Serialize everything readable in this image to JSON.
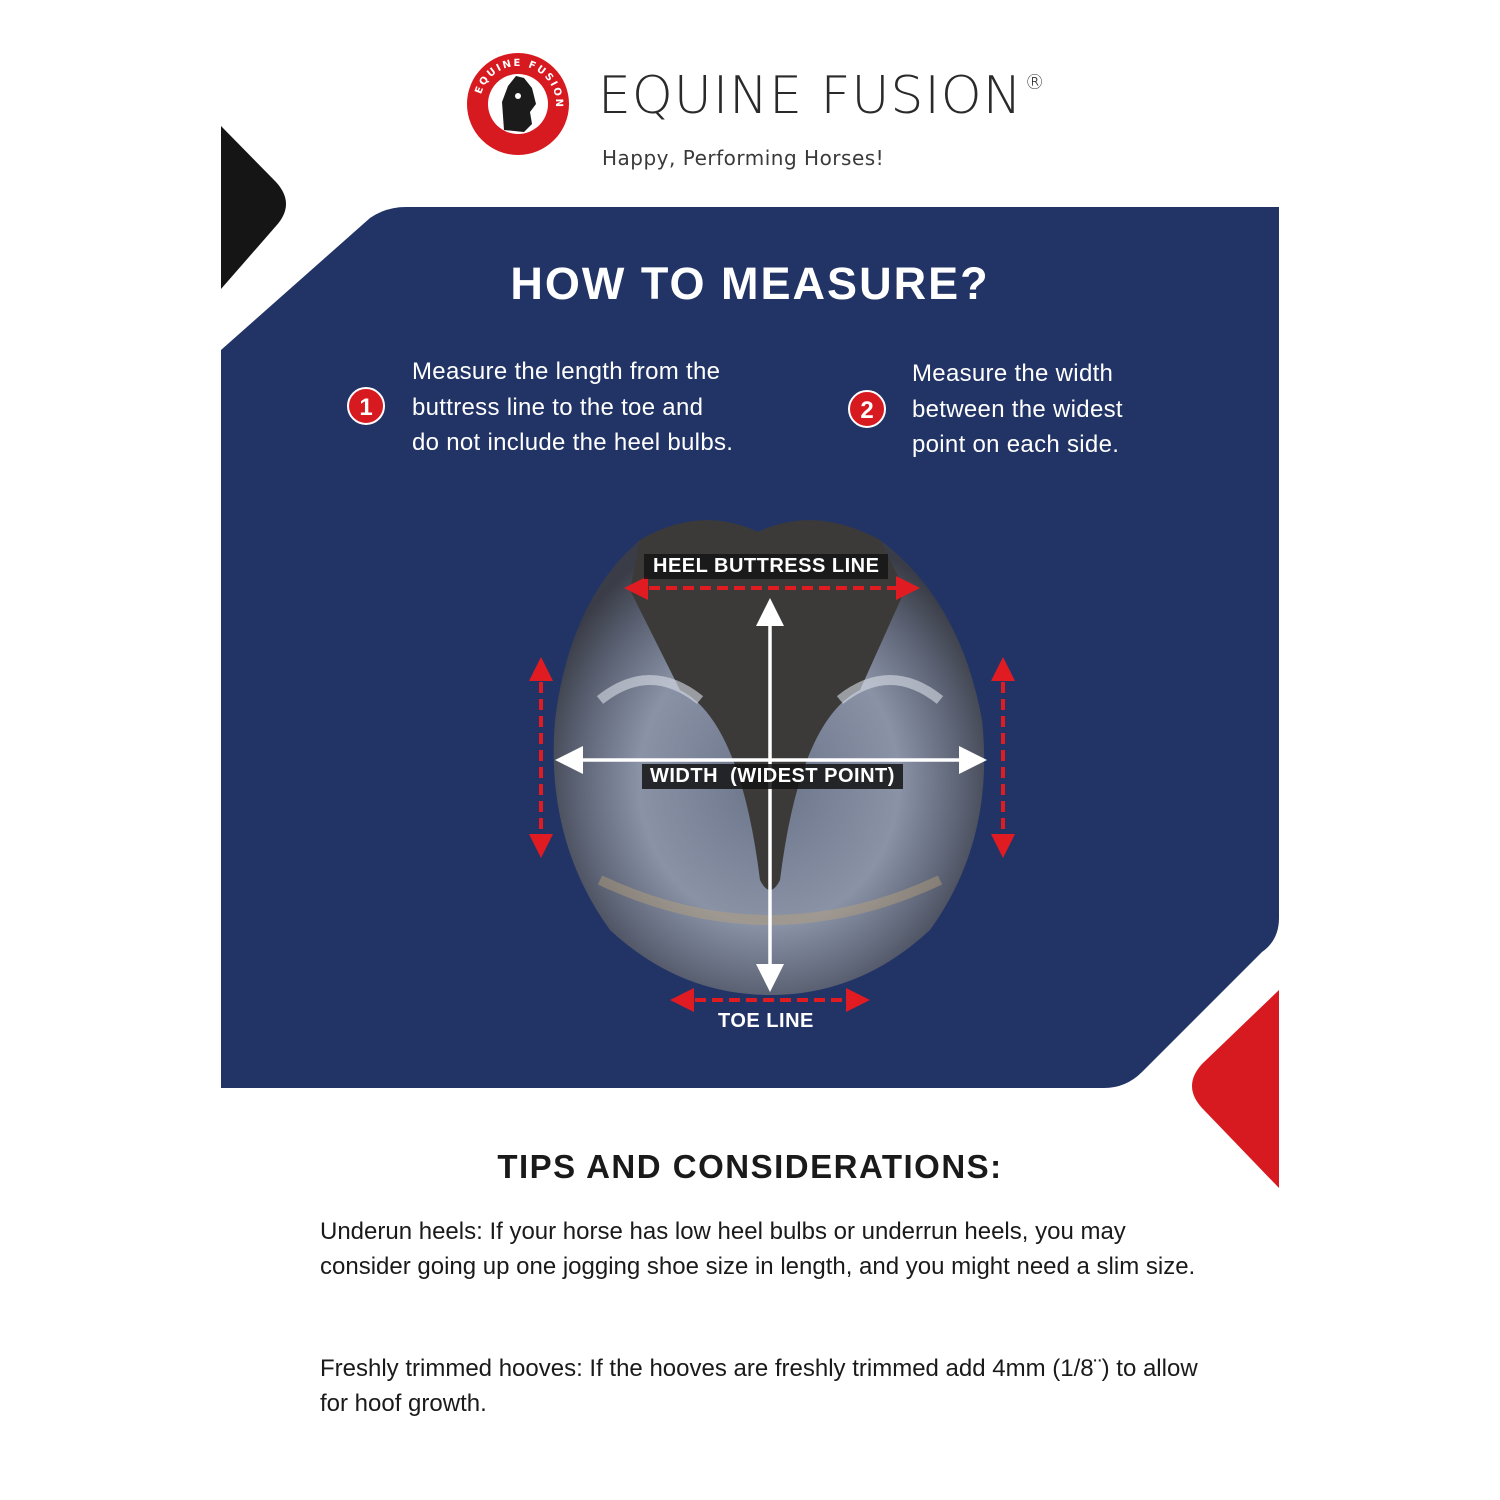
{
  "header": {
    "logo_ring_text": "EQUINE FUSION",
    "brand_name": "EQUINE FUSION",
    "registered_mark": "®",
    "tagline": "Happy, Performing Horses!"
  },
  "measure": {
    "title": "HOW TO MEASURE?",
    "steps": [
      {
        "number": "1",
        "text": "Measure the length from the\nbuttress line to the toe and\ndo not include the heel bulbs."
      },
      {
        "number": "2",
        "text": "Measure the width\nbetween the widest\npoint on each side."
      }
    ],
    "labels": {
      "heel": "HEEL BUTTRESS LINE",
      "width": "WIDTH  (WIDEST POINT)",
      "toe": "TOE LINE"
    }
  },
  "tips": {
    "title": "TIPS AND CONSIDERATIONS:",
    "items": [
      "Underun heels: If your horse has low heel bulbs or underrun heels, you may consider going up one jogging shoe size in length, and you might need a slim size.",
      "Freshly trimmed hooves: If the hooves are freshly trimmed add 4mm (1/8¨) to allow for hoof growth."
    ]
  },
  "colors": {
    "panel": "#223466",
    "accent_red": "#d71920",
    "deco_black": "#151515",
    "text_dark": "#1a1a1a",
    "white": "#ffffff"
  }
}
